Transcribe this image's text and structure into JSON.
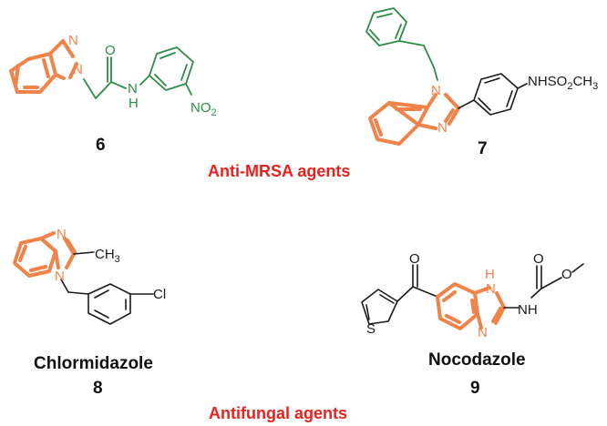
{
  "compounds": [
    {
      "number": "6"
    },
    {
      "number": "7"
    },
    {
      "number": "8",
      "name": "Chlormidazole"
    },
    {
      "number": "9",
      "name": "Nocodazole"
    }
  ],
  "categories": {
    "anti_mrsa": "Anti-MRSA agents",
    "antifungal": "Antifungal agents"
  },
  "atom_labels": {
    "N": "N",
    "H": "H",
    "O": "O",
    "NH": "NH",
    "NHSO": "NHSO",
    "two": "2",
    "CH": "CH",
    "three": "3",
    "Cl": "Cl",
    "S": "S"
  },
  "colors": {
    "scaffold": "#f0834a",
    "substituent_6": "#2e8b45",
    "category_text": "#e8211c",
    "bond": "#1a1a1a"
  }
}
